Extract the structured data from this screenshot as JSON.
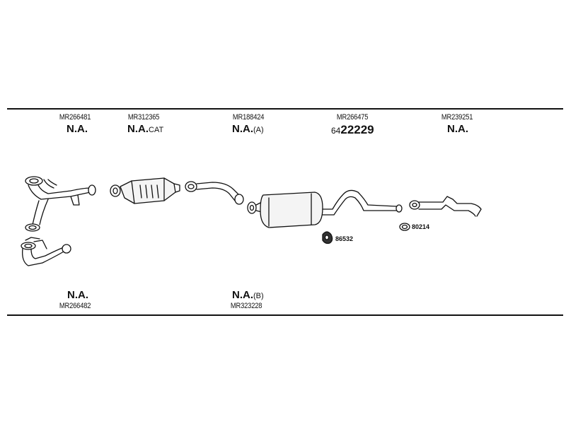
{
  "top_labels": [
    {
      "part": "MR266481",
      "status": "N.A.",
      "suffix": ""
    },
    {
      "part": "MR312365",
      "status": "N.A.",
      "suffix": "CAT"
    },
    {
      "part": "MR188424",
      "status": "N.A.",
      "suffix": "(A)"
    },
    {
      "part": "MR266475",
      "prefix": "64",
      "status": "22229"
    },
    {
      "part": "MR239251",
      "status": "N.A."
    }
  ],
  "bottom_labels": [
    {
      "part": "MR266482",
      "status": "N.A.",
      "suffix": ""
    },
    {
      "part": "MR323228",
      "status": "N.A.",
      "suffix": "(B)"
    }
  ],
  "small_parts": [
    {
      "id": "86532"
    },
    {
      "id": "80214"
    }
  ]
}
